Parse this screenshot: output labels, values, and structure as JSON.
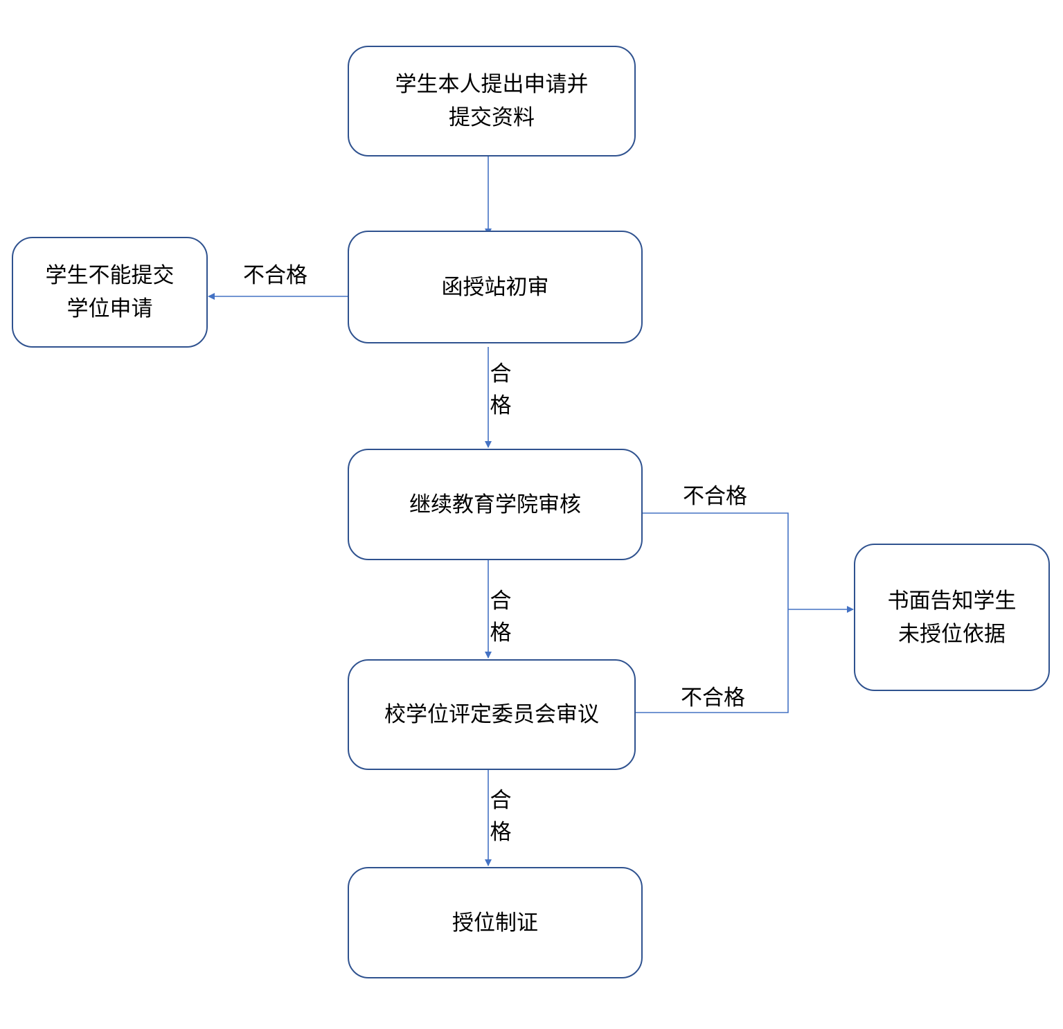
{
  "nodes": {
    "submit": {
      "lines": [
        "学生本人提出申请并",
        "提交资料"
      ]
    },
    "station_review": {
      "lines": [
        "函授站初审"
      ]
    },
    "reject_submit": {
      "lines": [
        "学生不能提交",
        "学位申请"
      ]
    },
    "college_review": {
      "lines": [
        "继续教育学院审核"
      ]
    },
    "committee_review": {
      "lines": [
        "校学位评定委员会审议"
      ]
    },
    "notify": {
      "lines": [
        "书面告知学生",
        "未授位依据"
      ]
    },
    "grant": {
      "lines": [
        "授位制证"
      ]
    }
  },
  "edge_labels": {
    "fail_station": "不合格",
    "pass_station": [
      "合",
      "格"
    ],
    "fail_college": "不合格",
    "pass_college": [
      "合",
      "格"
    ],
    "fail_committee": "不合格",
    "pass_committee": [
      "合",
      "格"
    ]
  },
  "colors": {
    "node_border": "#2f528f",
    "edge": "#4472c4"
  }
}
